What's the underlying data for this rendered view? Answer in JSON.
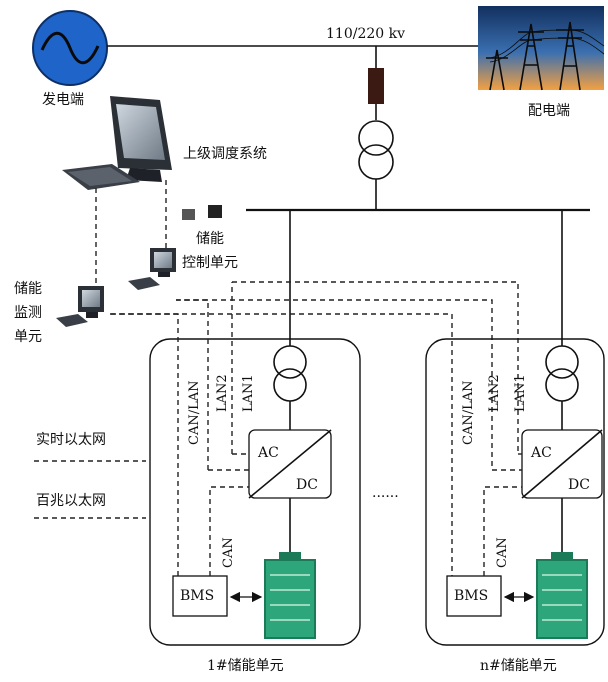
{
  "labels": {
    "generator": "发电端",
    "voltage": "110/220 kv",
    "distribution": "配电端",
    "dispatch_system": "上级调度系统",
    "storage_control_1": "储能",
    "storage_control_2": "控制单元",
    "monitor_1": "储能",
    "monitor_2": "监测",
    "monitor_3": "单元",
    "legend_realtime": "实时以太网",
    "legend_100m": "百兆以太网",
    "dots": "......"
  },
  "units": [
    {
      "title": "1#储能单元",
      "converter_ac": "AC",
      "converter_dc": "DC",
      "bms": "BMS",
      "bus_labels": [
        "CAN/LAN",
        "LAN2",
        "LAN1"
      ],
      "can_label": "CAN"
    },
    {
      "title": "n#储能单元",
      "converter_ac": "AC",
      "converter_dc": "DC",
      "bms": "BMS",
      "bus_labels": [
        "CAN/LAN",
        "LAN2",
        "LAN1"
      ],
      "can_label": "CAN"
    }
  ],
  "colors": {
    "generator_circle": "#1f64c8",
    "battery": "#2ca67a",
    "battery_dark": "#1b7a57",
    "breaker": "#3a1a12",
    "sky_top": "#12305f",
    "sky_bottom": "#f2a042"
  },
  "icons": [
    "ac-generator-icon",
    "power-tower-photo",
    "computer-icon",
    "battery-icon",
    "transformer-icon"
  ]
}
